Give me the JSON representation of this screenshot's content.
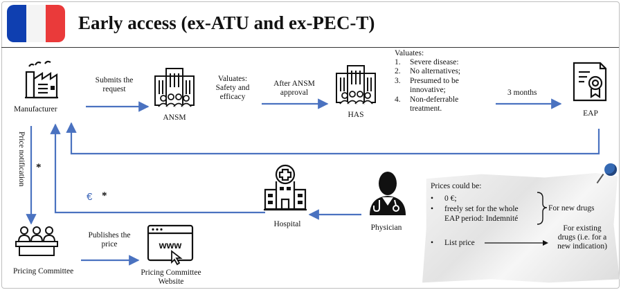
{
  "title": "Early access (ex-ATU and ex-PEC-T)",
  "flag_colors": [
    "#0f3fb0",
    "#f4f4f4",
    "#ea3a3a"
  ],
  "arrow_color": "#4a72c0",
  "icons": [
    "factory-icon",
    "building-icon",
    "building-icon",
    "certificate-icon",
    "hospital-icon",
    "physician-icon",
    "committee-icon",
    "website-icon",
    "pushpin-icon"
  ],
  "nodes": {
    "manufacturer": "Manufacturer",
    "ansm": "ANSM",
    "has": "HAS",
    "eap": "EAP",
    "hospital": "Hospital",
    "physician": "Physician",
    "pricing_committee": "Pricing Committee",
    "pricing_website_line1": "Pricing Committee",
    "pricing_website_line2": "Website"
  },
  "edges": {
    "submits_line1": "Submits the",
    "submits_line2": "request",
    "valuates_ansm_line1": "Valuates:",
    "valuates_ansm_line2": "Safety and",
    "valuates_ansm_line3": "efficacy",
    "after_ansm_line1": "After ANSM",
    "after_ansm_line2": "approval",
    "three_months": "3 months",
    "price_notification": "Price notification",
    "asterisk": "*",
    "euro": "€",
    "publishes_line1": "Publishes the",
    "publishes_line2": "price"
  },
  "has_criteria": {
    "heading": "Valuates:",
    "items": [
      {
        "num": "1.",
        "lines": [
          "Severe disease:"
        ]
      },
      {
        "num": "2.",
        "lines": [
          "No alternatives;"
        ]
      },
      {
        "num": "3.",
        "lines": [
          "Presumed to be",
          "innovative;"
        ]
      },
      {
        "num": "4.",
        "lines": [
          "Non-deferrable",
          "treatment."
        ]
      }
    ]
  },
  "note": {
    "heading": "Prices could be:",
    "bullet1": "0 €;",
    "bullet2_line1": "freely set for the whole",
    "bullet2_line2": "EAP period: Indemnité",
    "for_new_drugs": "For new drugs",
    "bullet3": "List price",
    "for_existing_line1": "For existing",
    "for_existing_line2": "drugs (i.e. for a",
    "for_existing_line3": "new indication)"
  }
}
